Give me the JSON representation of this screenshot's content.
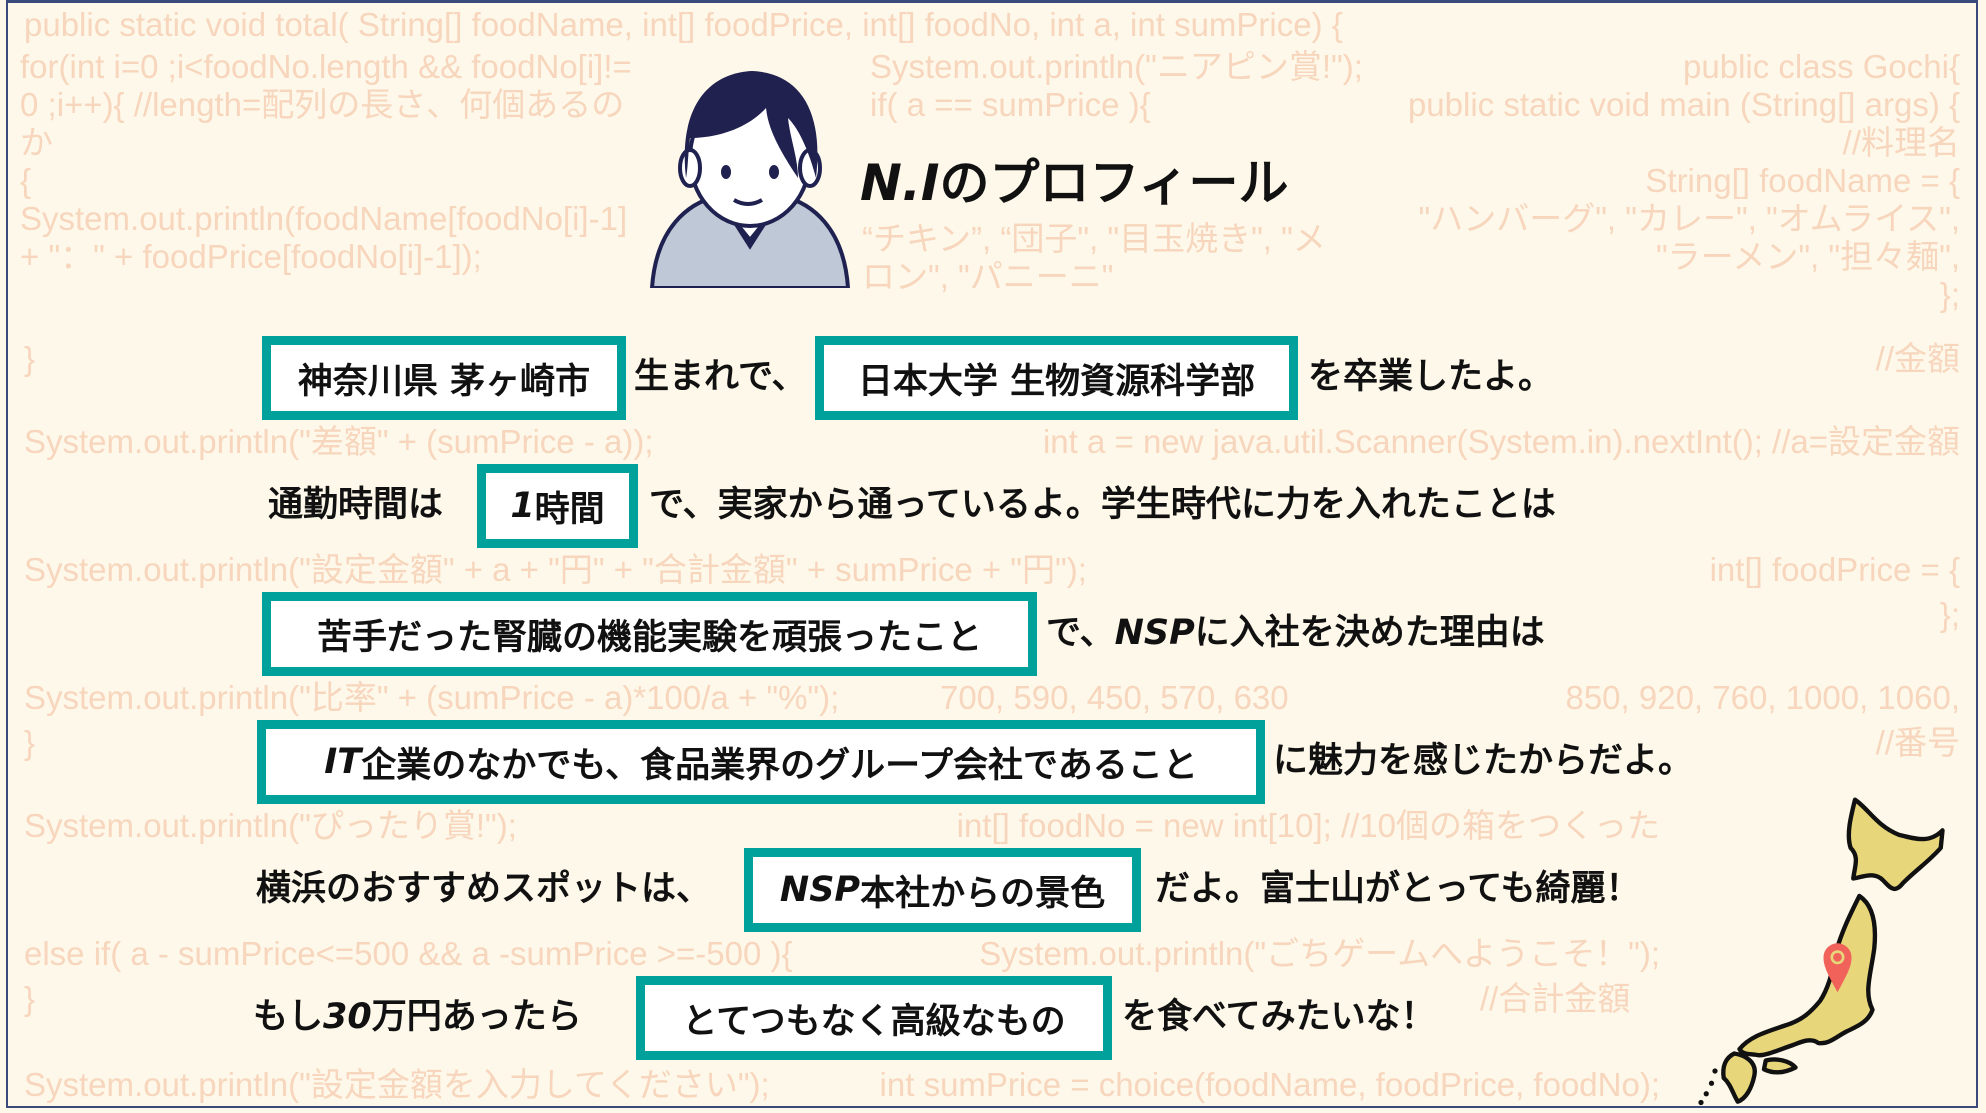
{
  "background_code": {
    "left": [
      "public static void total( String[] foodName, int[] foodPrice, int[] foodNo, int a, int sumPrice) {",
      "for(int i=0 ;i<foodNo.length && foodNo[i]!=0 ;i++){ //length=配列の長さ、何個あるのか",
      "{",
      " System.out.println(foodName[foodNo[i]-1] + \"：\" + foodPrice[foodNo[i]-1]);",
      "}",
      "System.out.println(\"設定金額\" + a + \"円\" + \"合計金額\" + sumPrice + \"円\");",
      "System.out.println(\"差額\" + (sumPrice - a));",
      "System.out.println(\"比率\" + (sumPrice - a)*100/a + \"%\");",
      "if( a == sumPrice ){",
      "System.out.println(\"ぴったり賞!\");",
      "}",
      "else if( a - sumPrice<=500 && a -sumPrice >=-500 ){",
      "System.out.println(\"ニアピン賞!\");",
      "}"
    ],
    "right": [
      "public class Gochi{",
      "public static void main (String[] args) {",
      "//料理名",
      "String[] foodName = {",
      "\"ハンバーグ\", \"カレー\", \"オムライス\", \"ラーメン\", \"担々麺\",",
      "“チキン”, “団子\", \"目玉焼き\", \"メロン\", \"パニーニ\"",
      "};",
      "//金額",
      "int[] foodPrice = {",
      "850, 920, 760, 1000, 1060,",
      "700, 590, 450, 570, 630",
      "};",
      "//番号",
      "int[] foodNo = new int[10]; //10個の箱をつくった",
      "System.out.println(\"ごちゲームへようこそ！\");",
      "System.out.println(\"設定金額を入力してください\");",
      "int a = new java.util.Scanner(System.in).nextInt(); //a=設定金額",
      "//合計金額",
      "int sumPrice = choice(foodName, foodPrice, foodNo);"
    ]
  },
  "title": {
    "initials": "N.I",
    "suffix": "のプロフィール"
  },
  "rows": {
    "r1": {
      "box1": "神奈川県 茅ヶ崎市",
      "t1": "生まれで、",
      "box2": "日本大学 生物資源科学部",
      "t2": "を卒業したよ。"
    },
    "r2": {
      "t1": "通勤時間は",
      "box_num": "1",
      "box_unit": "時間",
      "t2": "で、実家から通っているよ。学生時代に力を入れたことは"
    },
    "r3": {
      "box": "苦手だった腎臓の機能実験を頑張ったこと",
      "t1": "で、",
      "t_em": "NSP",
      "t2": "に入社を決めた理由は"
    },
    "r4": {
      "box_em": "IT",
      "box": "企業のなかでも、食品業界のグループ会社であること",
      "t1": "に魅力を感じたからだよ。"
    },
    "r5": {
      "t1": "横浜のおすすめスポットは、",
      "box_em": "NSP",
      "box": "本社からの景色",
      "t2": "だよ。富士山がとっても綺麗！"
    },
    "r6": {
      "t1": "もし",
      "t_em": "30",
      "t1b": "万円あったら",
      "box": "とてつもなく高級なもの",
      "t2": "を食べてみたいな！"
    }
  },
  "colors": {
    "accent": "#00a19a",
    "background": "#fdf8e9",
    "code": "#f7d6bd",
    "map": "#e8d67a",
    "pin": "#f0625a"
  }
}
